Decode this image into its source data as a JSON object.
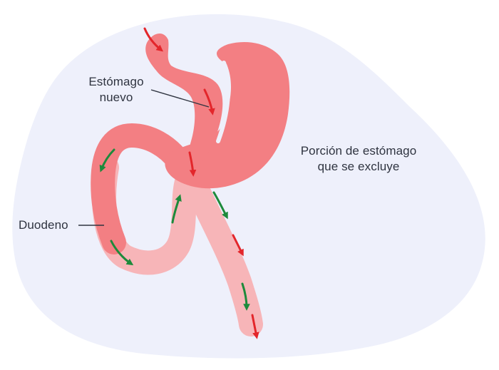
{
  "labels": {
    "new_stomach_line1": "Estómago",
    "new_stomach_line2": "nuevo",
    "excluded_line1": "Porción de estómago",
    "excluded_line2": "que se excluye",
    "duodenum": "Duodeno"
  },
  "colors": {
    "background_blob": "#eef0fb",
    "stomach": "#f37f83",
    "intestine": "#f7b5b8",
    "arrow_food": "#e3262b",
    "arrow_juice": "#1d8a3b",
    "leader_line": "#2f3440"
  }
}
